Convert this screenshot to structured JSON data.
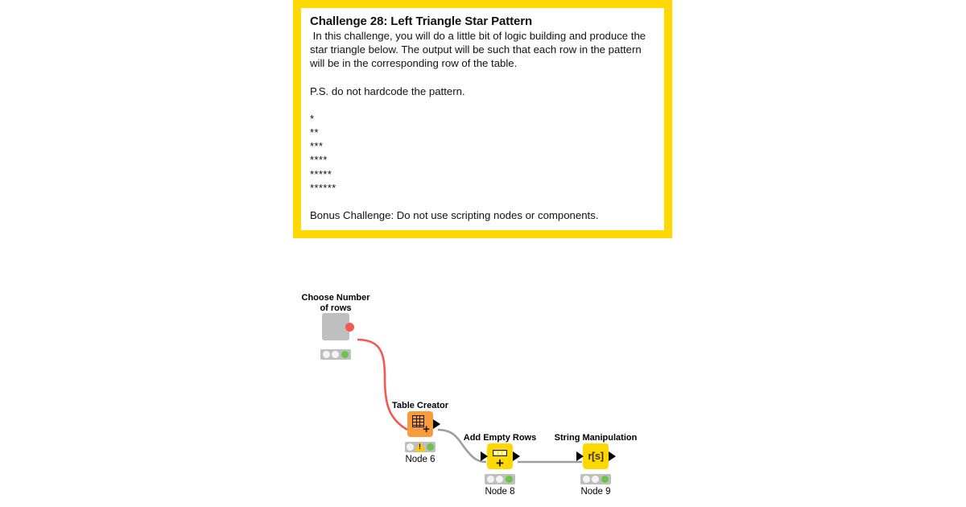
{
  "challenge": {
    "title": "Challenge 28: Left Triangle Star Pattern",
    "description": " In this challenge, you will do a little bit of logic building and produce the star triangle below. The output will be such that each row in the pattern will be in the corresponding row of the table.",
    "ps_note": "P.S. do not hardcode the pattern.",
    "pattern": "*\n**\n***\n****\n*****\n******",
    "bonus": "Bonus Challenge: Do not use scripting nodes or components.",
    "border_color": "#FFD800"
  },
  "workflow": {
    "nodes": [
      {
        "title": "Choose Number\nof rows",
        "id_label": "",
        "icon": "blank-metanode-icon",
        "color": "#BFBFBF",
        "status": [
          "white",
          "white",
          "green"
        ]
      },
      {
        "title": "Table Creator",
        "id_label": "Node 6",
        "icon": "table-create-icon",
        "color": "#F89B3C",
        "status": [
          "white",
          "warning",
          "green"
        ]
      },
      {
        "title": "Add Empty Rows",
        "id_label": "Node 8",
        "icon": "add-rows-icon",
        "color": "#FFD800",
        "status": [
          "white",
          "white",
          "green"
        ]
      },
      {
        "title": "String Manipulation",
        "id_label": "Node 9",
        "icon": "string-manipulation-icon",
        "icon_text": "r[s]",
        "color": "#FFD800",
        "status": [
          "white",
          "white",
          "green"
        ]
      }
    ],
    "connection_colors": {
      "flow_variable": "#F4584E",
      "data_table": "#9E9E9E"
    }
  }
}
